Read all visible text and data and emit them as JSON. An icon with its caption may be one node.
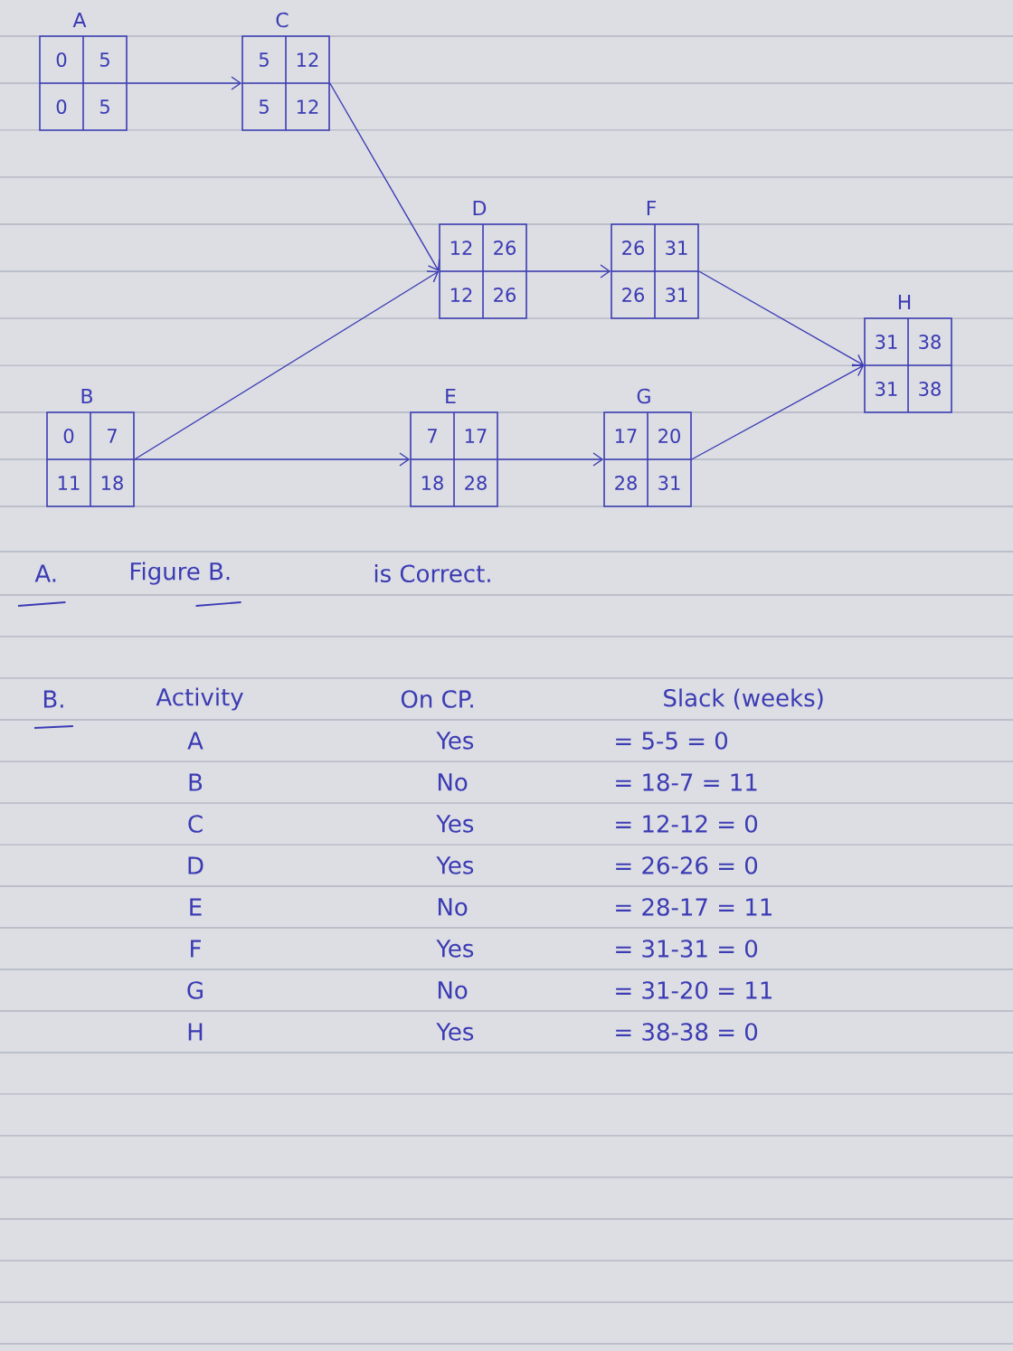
{
  "diagram": {
    "nodes": [
      {
        "text": [
          "A",
          "0",
          "5",
          "0",
          "5"
        ]
      },
      {
        "text": [
          "C",
          "5",
          "12",
          "5",
          "12"
        ]
      },
      {
        "text": [
          "D",
          "12",
          "26",
          "12",
          "26"
        ]
      },
      {
        "text": [
          "F",
          "26",
          "31",
          "26",
          "31"
        ]
      },
      {
        "text": [
          "H",
          "31",
          "38",
          "31",
          "38"
        ]
      },
      {
        "text": [
          "B",
          "0",
          "7",
          "11",
          "18"
        ]
      },
      {
        "text": [
          "E",
          "7",
          "17",
          "18",
          "28"
        ]
      },
      {
        "text": [
          "G",
          "17",
          "20",
          "28",
          "31"
        ]
      }
    ],
    "edges": [
      {
        "from": 0,
        "to": 1,
        "arrow": "to"
      },
      {
        "from": 1,
        "to": 2,
        "arrow": "to"
      },
      {
        "from": 5,
        "to": 2,
        "arrow": "to"
      },
      {
        "from": 2,
        "to": 3,
        "arrow": "to"
      },
      {
        "from": 5,
        "to": 6,
        "arrow": "to"
      },
      {
        "from": 6,
        "to": 7,
        "arrow": "to"
      },
      {
        "from": 3,
        "to": 4,
        "arrow": "to"
      },
      {
        "from": 7,
        "to": 4,
        "arrow": "to"
      }
    ],
    "labels": [
      "A.",
      "Figure B.",
      "is Correct.",
      "B.",
      "Activity",
      "On CP.",
      "Slack (weeks)",
      "A",
      "Yes",
      "= 5-5 = 0",
      "B",
      "No",
      "= 18-7 = 11",
      "C",
      "Yes",
      "= 12-12 = 0",
      "D",
      "Yes",
      "= 26-26 = 0",
      "E",
      "No",
      "= 28-17 = 11",
      "F",
      "Yes",
      "= 31-31 = 0",
      "G",
      "No",
      "= 31-20 = 11",
      "H",
      "Yes",
      "= 38-38 = 0"
    ]
  }
}
